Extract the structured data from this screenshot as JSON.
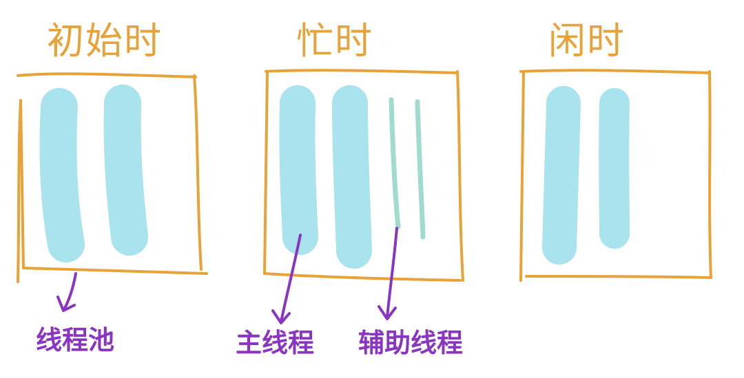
{
  "colors": {
    "frame": "#e8a23a",
    "thread": "#a9e3ee",
    "helper_thread": "#9fdccd",
    "annotation": "#8a34c2",
    "background": "#ffffff"
  },
  "panels": [
    {
      "title": "初始时",
      "main_threads": 2,
      "helper_threads": 0
    },
    {
      "title": "忙时",
      "main_threads": 2,
      "helper_threads": 2
    },
    {
      "title": "闲时",
      "main_threads": 2,
      "helper_threads": 0
    }
  ],
  "annotations": {
    "thread_pool": "线程池",
    "main_thread": "主线程",
    "helper_thread": "辅助线程"
  }
}
